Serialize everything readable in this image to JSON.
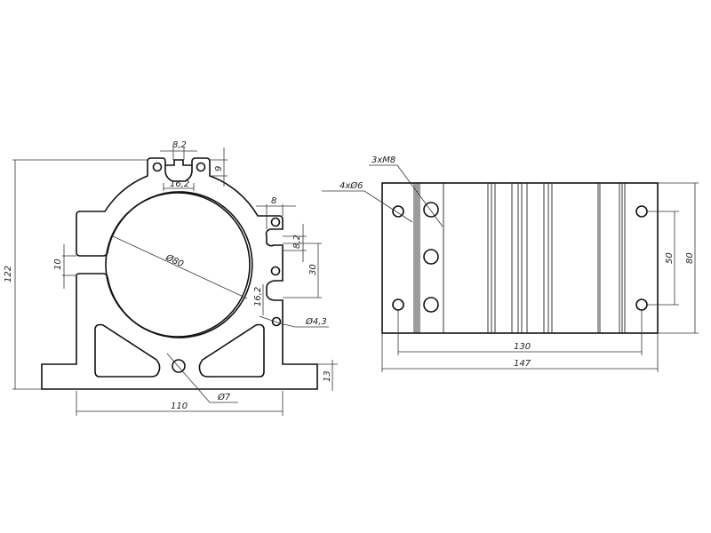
{
  "front_view": {
    "dims": {
      "slot_top_width": "8,2",
      "slot_bottom_width": "16,2",
      "slot_depth": "9",
      "overall_height": "122",
      "split_gap": "10",
      "bore_diameter": "Ø80",
      "side_slot_offset": "8",
      "side_slot_width": "8,2",
      "side_slot_pitch": "30",
      "side_slot_bottom_width": "16,2",
      "small_hole": "Ø4,3",
      "center_hole": "Ø7",
      "base_width": "110",
      "base_height": "13"
    }
  },
  "side_view": {
    "dims": {
      "tapped_holes": "3xM8",
      "mount_holes": "4xØ6",
      "hole_pitch_vertical": "50",
      "height": "80",
      "hole_pitch_horizontal": "130",
      "length": "147"
    }
  }
}
